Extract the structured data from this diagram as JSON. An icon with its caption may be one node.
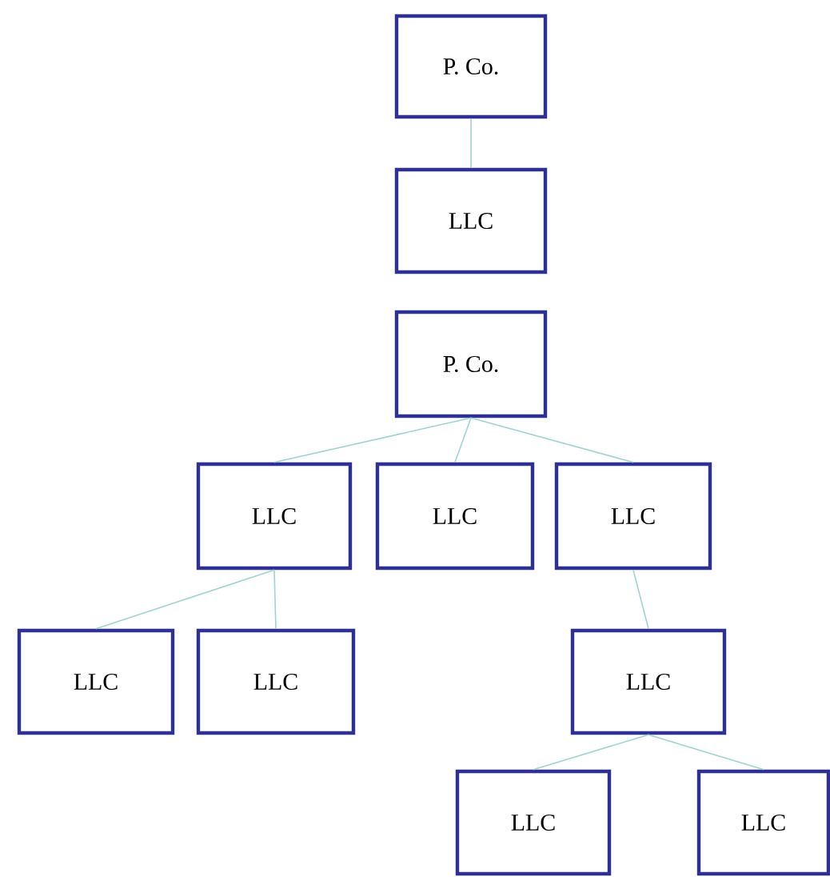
{
  "diagram": {
    "nodes": [
      {
        "text": [
          "P. Co."
        ]
      },
      {
        "text": [
          "LLC"
        ]
      },
      {
        "text": [
          "P. Co."
        ]
      },
      {
        "text": [
          "LLC"
        ]
      },
      {
        "text": [
          "LLC"
        ]
      },
      {
        "text": [
          "LLC"
        ]
      },
      {
        "text": [
          "LLC"
        ]
      },
      {
        "text": [
          "LLC"
        ]
      },
      {
        "text": [
          "LLC"
        ]
      },
      {
        "text": [
          "LLC"
        ]
      },
      {
        "text": [
          "LLC"
        ]
      }
    ],
    "edges": [
      {
        "from": 0,
        "to": 1,
        "arrow": "none"
      },
      {
        "from": 2,
        "to": 3,
        "arrow": "none"
      },
      {
        "from": 2,
        "to": 4,
        "arrow": "none"
      },
      {
        "from": 2,
        "to": 5,
        "arrow": "none"
      },
      {
        "from": 3,
        "to": 6,
        "arrow": "none"
      },
      {
        "from": 3,
        "to": 7,
        "arrow": "none"
      },
      {
        "from": 5,
        "to": 8,
        "arrow": "none"
      },
      {
        "from": 8,
        "to": 9,
        "arrow": "none"
      },
      {
        "from": 8,
        "to": 10,
        "arrow": "none"
      }
    ]
  }
}
